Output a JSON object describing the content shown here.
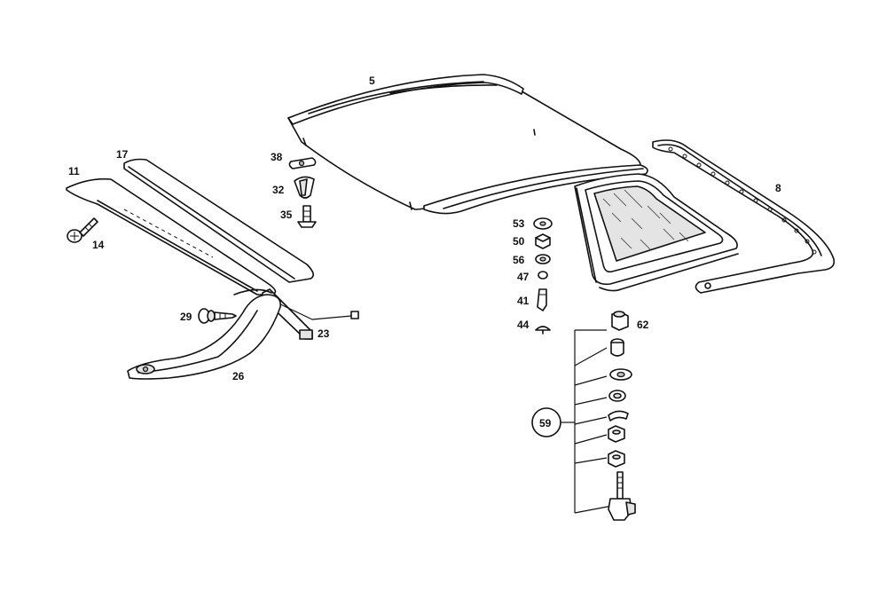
{
  "labels": {
    "p5": "5",
    "p8": "8",
    "p11": "11",
    "p14": "14",
    "p17": "17",
    "p23": "23",
    "p26": "26",
    "p29": "29",
    "p32": "32",
    "p35": "35",
    "p38": "38",
    "p41": "41",
    "p44": "44",
    "p47": "47",
    "p50": "50",
    "p53": "53",
    "p56": "56",
    "p59": "59",
    "p62": "62"
  }
}
